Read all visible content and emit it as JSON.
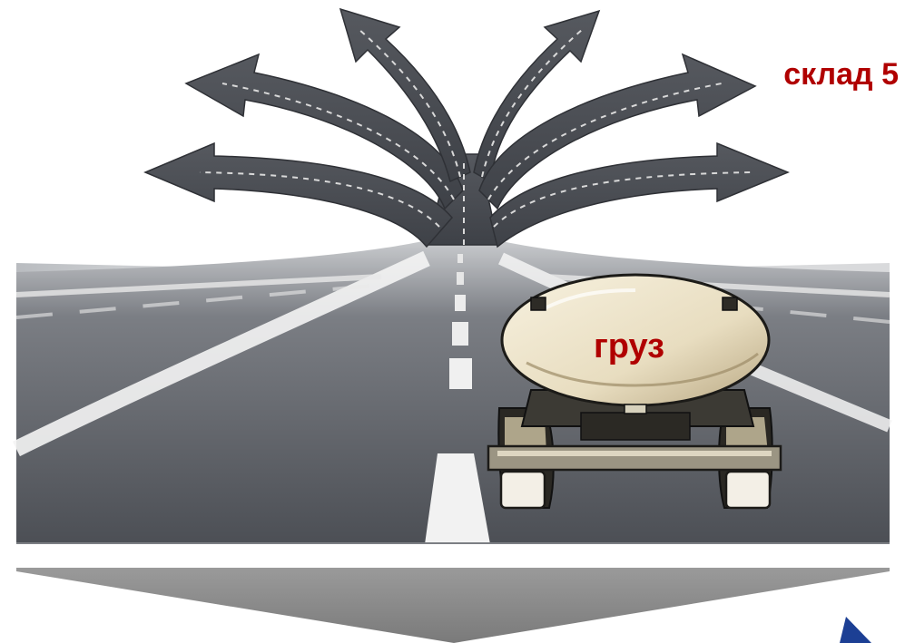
{
  "labels": {
    "destination": "склад 5",
    "cargo": "груз"
  },
  "icons": {
    "road_branches": "road-fork-arrows",
    "vehicle": "tanker-truck",
    "flow_arrow": "down-chevron-arrow",
    "corner_marker": "blue-triangle"
  },
  "colors": {
    "label_red": "#b00000",
    "asphalt": "#5a5d63",
    "road_arrow": "#4b4e55",
    "banner_gray": "#8c8c8c",
    "corner_blue": "#1c3f94"
  }
}
